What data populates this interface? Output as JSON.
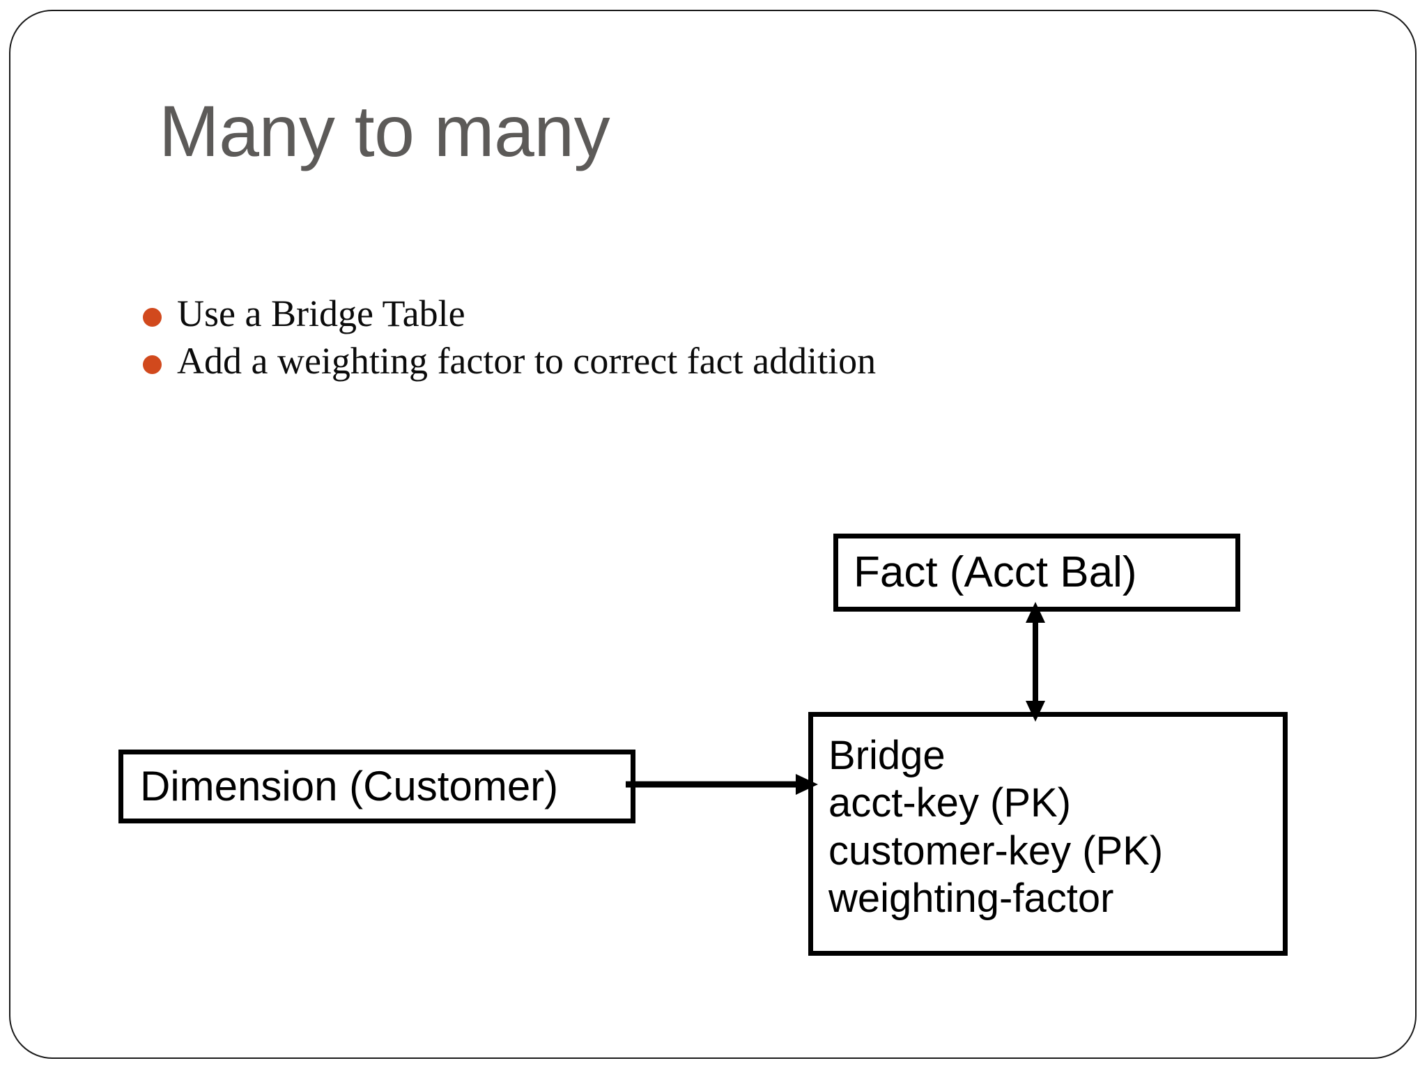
{
  "slide": {
    "title": "Many to many",
    "title_color": "#5c5a58",
    "background_color": "#ffffff",
    "frame_color": "#1a1a1a"
  },
  "bullets": {
    "dot_color": "#d1491d",
    "items": [
      {
        "text": "Use a Bridge Table"
      },
      {
        "text": "Add a weighting factor to correct fact addition"
      }
    ]
  },
  "diagram": {
    "stroke_color": "#000000",
    "nodes": {
      "fact": {
        "title": "Fact (Acct Bal)"
      },
      "dimension": {
        "title": "Dimension (Customer)"
      },
      "bridge": {
        "title": "Bridge",
        "fields": [
          "acct-key (PK)",
          "customer-key (PK)",
          "weighting-factor"
        ]
      }
    },
    "connectors": [
      {
        "from": "bridge",
        "to": "fact",
        "style": "double-headed-arrow",
        "orientation": "vertical"
      },
      {
        "from": "dimension",
        "to": "bridge",
        "style": "single-headed-arrow",
        "orientation": "horizontal"
      }
    ]
  }
}
